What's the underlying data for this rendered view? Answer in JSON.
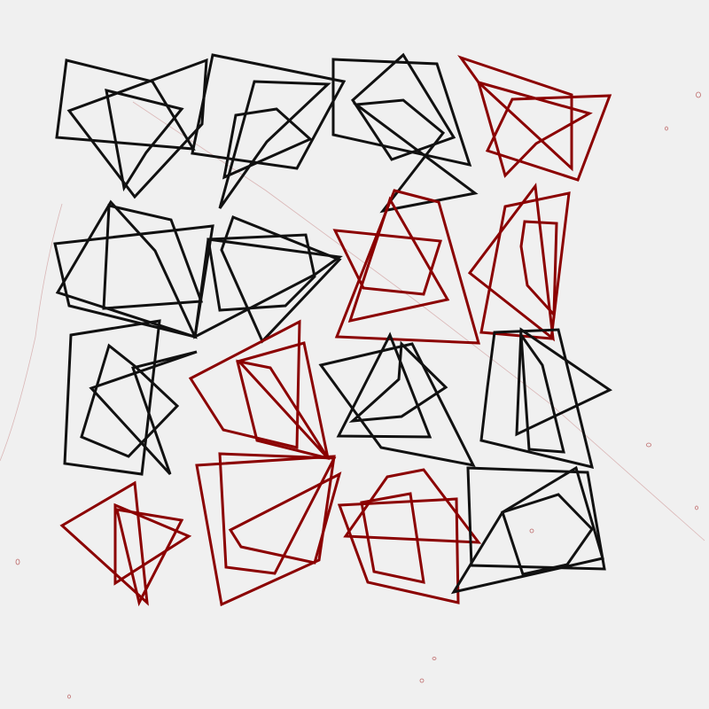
{
  "canvas": {
    "background": "#f0f0f0"
  },
  "palette": {
    "black": "#111111",
    "red": "#8b0000"
  },
  "grid": {
    "rows": 4,
    "cols": 4
  },
  "tile_colors": [
    [
      "black",
      "black",
      "black",
      "red"
    ],
    [
      "black",
      "black",
      "red",
      "red"
    ],
    [
      "black",
      "red",
      "black",
      "black"
    ],
    [
      "red",
      "red",
      "red",
      "black"
    ]
  ],
  "shapes_per_tile": 3,
  "shape_types": [
    "quadrilateral",
    "triangle",
    "pentagon"
  ]
}
